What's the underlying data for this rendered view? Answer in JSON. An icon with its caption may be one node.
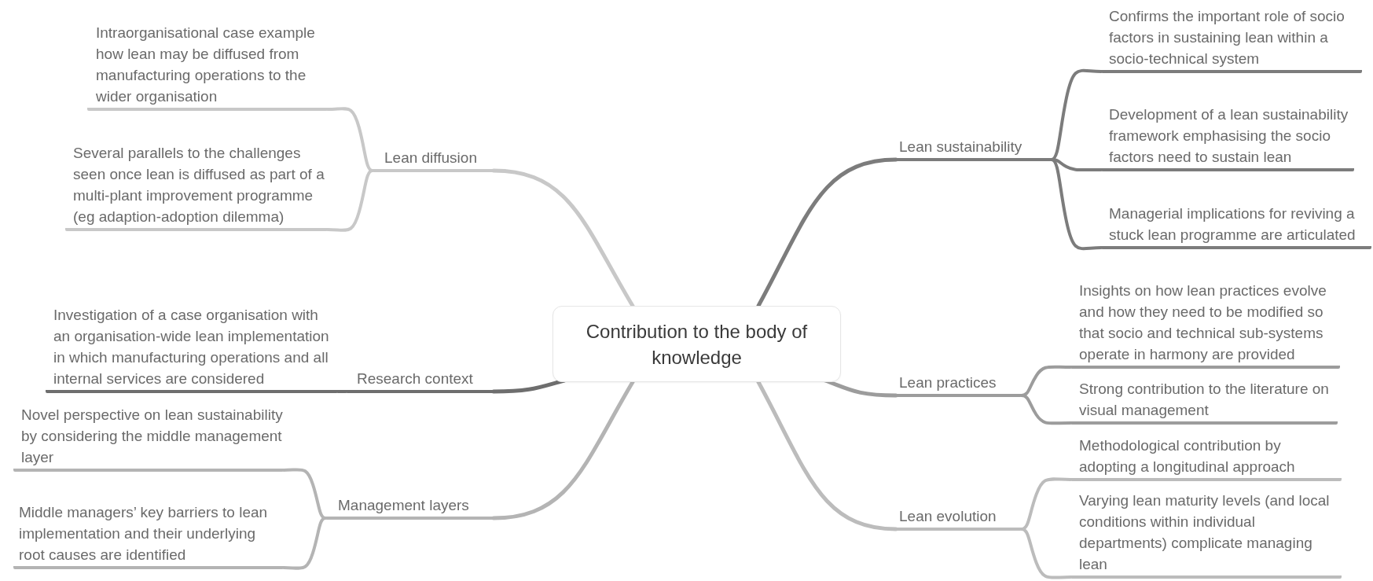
{
  "diagram": {
    "nodes": [
      {
        "text": [
          "Contribution to the body of knowledge"
        ]
      },
      {
        "text": [
          "Lean diffusion"
        ]
      },
      {
        "text": [
          "Intraorganisational case example how lean may be diffused from manufacturing operations to the wider organisation"
        ]
      },
      {
        "text": [
          "Several parallels to the challenges seen once lean is diffused as part of a multi-plant improvement programme (eg adaption-adoption dilemma)"
        ]
      },
      {
        "text": [
          "Research context"
        ]
      },
      {
        "text": [
          "Investigation of a case organisation with an organisation-wide lean implementation in which manufacturing operations and all internal services are considered"
        ]
      },
      {
        "text": [
          "Management layers"
        ]
      },
      {
        "text": [
          "Novel perspective on lean sustainability by considering the middle management layer"
        ]
      },
      {
        "text": [
          "Middle managers’ key barriers to lean implementation and their underlying root causes are identified"
        ]
      },
      {
        "text": [
          "Lean sustainability"
        ]
      },
      {
        "text": [
          "Confirms the important role of socio factors in sustaining lean within a socio-technical system"
        ]
      },
      {
        "text": [
          "Development of a lean sustainability framework emphasising the socio factors need to sustain lean"
        ]
      },
      {
        "text": [
          "Managerial implications for reviving a stuck lean programme are articulated"
        ]
      },
      {
        "text": [
          "Lean practices"
        ]
      },
      {
        "text": [
          "Insights on how lean practices evolve and how they need to be modified so that socio and technical sub-systems operate in harmony are provided"
        ]
      },
      {
        "text": [
          "Strong contribution to the literature on visual management"
        ]
      },
      {
        "text": [
          "Lean evolution"
        ]
      },
      {
        "text": [
          "Methodological contribution by adopting a longitudinal approach"
        ]
      },
      {
        "text": [
          "Varying lean maturity levels (and local conditions within individual departments) complicate managing lean"
        ]
      }
    ],
    "edges": [
      {
        "from": 0,
        "to": 1,
        "arrow": "none",
        "color": "#c8c8c8"
      },
      {
        "from": 1,
        "to": 2,
        "arrow": "none",
        "color": "#c8c8c8"
      },
      {
        "from": 1,
        "to": 3,
        "arrow": "none",
        "color": "#c8c8c8"
      },
      {
        "from": 0,
        "to": 4,
        "arrow": "none",
        "color": "#6e6e6e"
      },
      {
        "from": 4,
        "to": 5,
        "arrow": "none",
        "color": "#6e6e6e"
      },
      {
        "from": 0,
        "to": 6,
        "arrow": "none",
        "color": "#b4b4b4"
      },
      {
        "from": 6,
        "to": 7,
        "arrow": "none",
        "color": "#b4b4b4"
      },
      {
        "from": 6,
        "to": 8,
        "arrow": "none",
        "color": "#b4b4b4"
      },
      {
        "from": 0,
        "to": 9,
        "arrow": "none",
        "color": "#7c7c7c"
      },
      {
        "from": 9,
        "to": 10,
        "arrow": "none",
        "color": "#7c7c7c"
      },
      {
        "from": 9,
        "to": 11,
        "arrow": "none",
        "color": "#7c7c7c"
      },
      {
        "from": 9,
        "to": 12,
        "arrow": "none",
        "color": "#7c7c7c"
      },
      {
        "from": 0,
        "to": 13,
        "arrow": "none",
        "color": "#9c9c9c"
      },
      {
        "from": 13,
        "to": 14,
        "arrow": "none",
        "color": "#9c9c9c"
      },
      {
        "from": 13,
        "to": 15,
        "arrow": "none",
        "color": "#9c9c9c"
      },
      {
        "from": 0,
        "to": 16,
        "arrow": "none",
        "color": "#bcbcbc"
      },
      {
        "from": 16,
        "to": 17,
        "arrow": "none",
        "color": "#bcbcbc"
      },
      {
        "from": 16,
        "to": 18,
        "arrow": "none",
        "color": "#bcbcbc"
      }
    ]
  }
}
